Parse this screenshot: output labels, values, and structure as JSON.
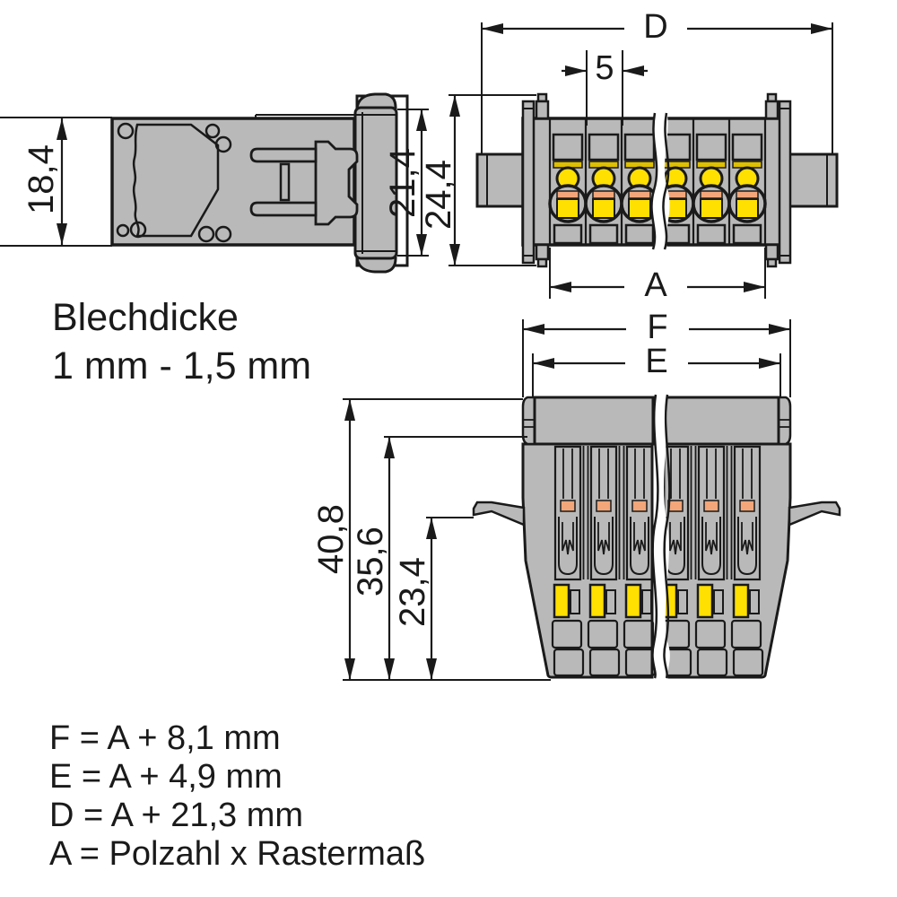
{
  "colors": {
    "ink": "#1a1a1a",
    "gray": "#b9b9b9",
    "yellow": "#ffe000",
    "yellow_strip": "#dfc000",
    "orange": "#f2a679",
    "paper": "#ffffff"
  },
  "views": {
    "side": {
      "dim_18_4": "18,4",
      "dim_21_4": "21,4",
      "dim_24_4": "24,4"
    },
    "front": {
      "dim_d": "D",
      "dim_pitch": "5",
      "dim_a": "A"
    },
    "bottom": {
      "dim_f": "F",
      "dim_e": "E",
      "dim_40_8": "40,8",
      "dim_35_6": "35,6",
      "dim_23_4": "23,4"
    }
  },
  "notes": {
    "sheet_thickness_title": "Blechdicke",
    "sheet_thickness_range": "1 mm - 1,5 mm"
  },
  "formulas": [
    "F = A + 8,1 mm",
    "E = A + 4,9 mm",
    "D = A + 21,3 mm",
    "A = Polzahl x Rastermaß"
  ]
}
